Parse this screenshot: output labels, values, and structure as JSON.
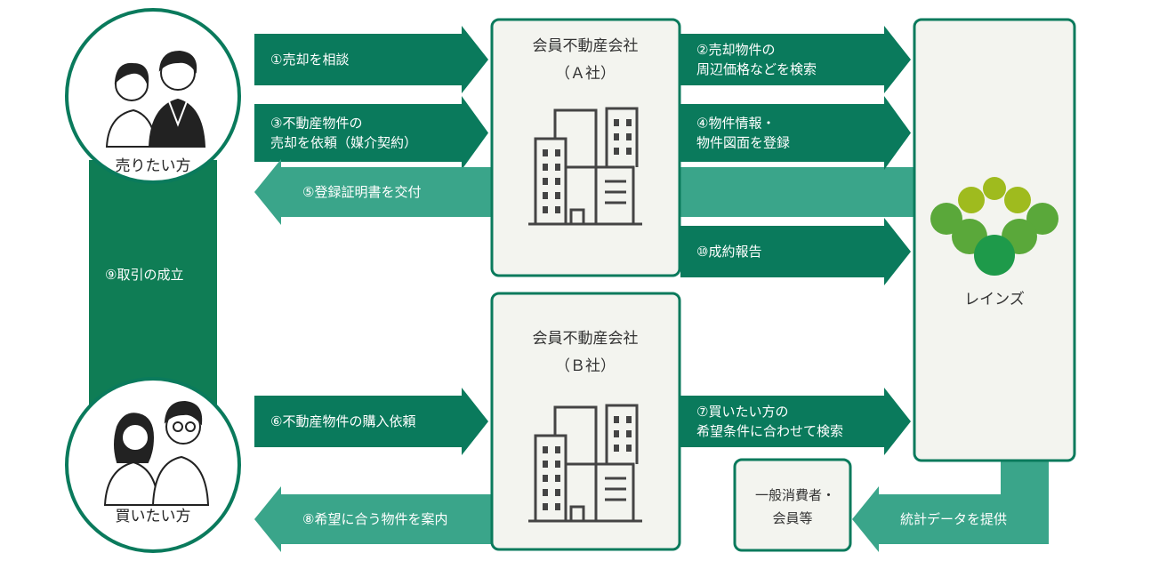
{
  "colors": {
    "dark_green": "#0a7a5c",
    "light_green": "#3aa58a",
    "pillar_green": "#0f7d55",
    "box_fill": "#f3f4ef",
    "box_border": "#0a7a5c",
    "logo_olive": "#9fbb1e",
    "logo_mid": "#5aa83a",
    "logo_dark": "#1e9a4a"
  },
  "seller": {
    "label": "売りたい方"
  },
  "buyer": {
    "label": "買いたい方"
  },
  "company_a": {
    "name": "会員不動産会社",
    "sub": "（Ａ社）"
  },
  "company_b": {
    "name": "会員不動産会社",
    "sub": "（Ｂ社）"
  },
  "reins": {
    "label": "レインズ",
    "logo": "reins-logo-icon"
  },
  "consumer": {
    "line1": "一般消費者・",
    "line2": "会員等"
  },
  "steps": {
    "s1": [
      "①売却を相談"
    ],
    "s2": [
      "②売却物件の",
      "周辺価格などを検索"
    ],
    "s3": [
      "③不動産物件の",
      "売却を依頼（媒介契約）"
    ],
    "s4": [
      "④物件情報・",
      "物件図面を登録"
    ],
    "s5": [
      "⑤登録証明書を交付"
    ],
    "s6": [
      "⑥不動産物件の購入依頼"
    ],
    "s7": [
      "⑦買いたい方の",
      "希望条件に合わせて検索"
    ],
    "s8": [
      "⑧希望に合う物件を案内"
    ],
    "s9": [
      "⑨取引の成立"
    ],
    "s10": [
      "⑩成約報告"
    ],
    "stats": [
      "統計データを提供"
    ]
  }
}
